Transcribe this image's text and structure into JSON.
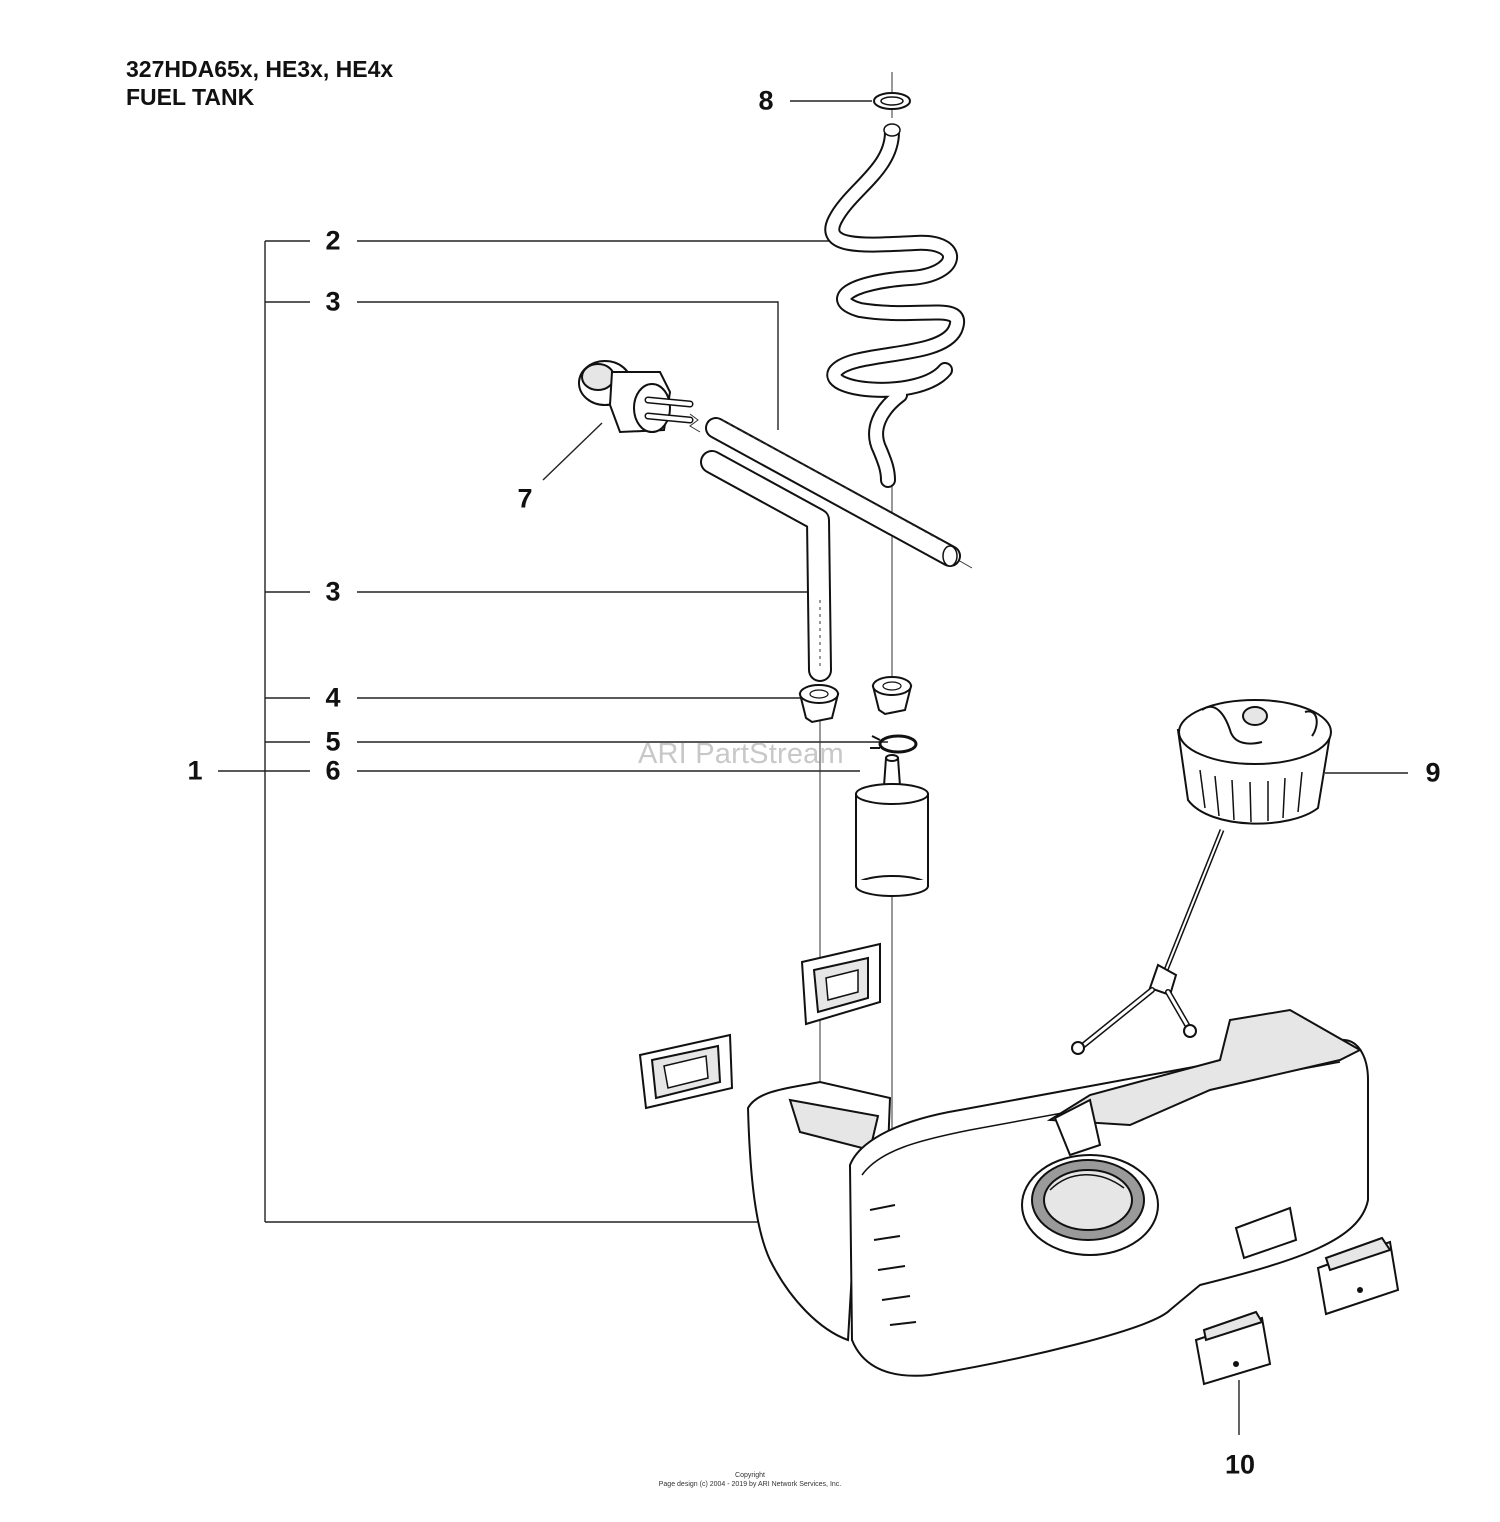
{
  "header": {
    "title_line1": "327HDA65x, HE3x, HE4x",
    "title_line2": "FUEL TANK"
  },
  "callouts": {
    "c1": "1",
    "c2": "2",
    "c3a": "3",
    "c3b": "3",
    "c4": "4",
    "c5": "5",
    "c6": "6",
    "c7": "7",
    "c8": "8",
    "c9": "9",
    "c10": "10"
  },
  "watermark": "ARI PartStream",
  "footer": {
    "line1": "Copyright",
    "line2": "Page design (c) 2004 - 2019 by ARI Network Services, Inc."
  }
}
